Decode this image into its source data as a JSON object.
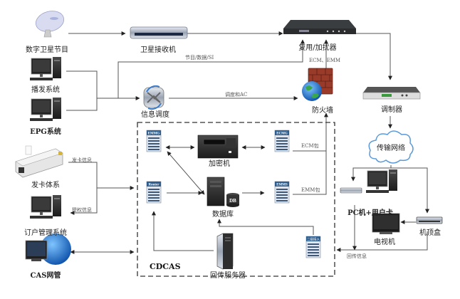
{
  "title": "CDCAS 条件接收系统架构图",
  "nodes": {
    "satellite_program": {
      "label": "数字卫星节目",
      "icon": "satellite-dish-icon"
    },
    "satellite_receiver": {
      "label": "卫星接收机",
      "icon": "receiver-icon"
    },
    "mux_scrambler": {
      "label": "复用/加扰器",
      "icon": "rack-device-icon"
    },
    "broadcast_system": {
      "label": "播发系统",
      "icon": "computer-icon"
    },
    "epg_system": {
      "label": "EPG系统",
      "icon": "computer-icon"
    },
    "info_dispatch": {
      "label": "信息调度",
      "icon": "dispatch-icon"
    },
    "firewall": {
      "label": "防火墙",
      "icon": "firewall-icon"
    },
    "modulator": {
      "label": "调制器",
      "icon": "rack-device-icon"
    },
    "transport_network": {
      "label": "传输网络",
      "icon": "cloud-icon"
    },
    "card_issuing": {
      "label": "发卡体系",
      "icon": "card-printer-icon"
    },
    "subscriber_mgmt": {
      "label": "订户管理系统",
      "icon": "computer-icon"
    },
    "cas_nms": {
      "label": "CAS网管",
      "icon": "globe-monitor-icon"
    },
    "emmg": {
      "label": "EMMG",
      "icon": "server-icon"
    },
    "encryptor": {
      "label": "加密机",
      "icon": "encryptor-icon"
    },
    "ecmg": {
      "label": "ECMG",
      "icon": "server-icon"
    },
    "router": {
      "label": "Router",
      "icon": "server-icon"
    },
    "database": {
      "label": "数据库",
      "icon": "database-server-icon",
      "badge": "DB"
    },
    "emms": {
      "label": "EMMS",
      "icon": "server-icon"
    },
    "return_server": {
      "label": "回传服务器",
      "icon": "tower-server-icon"
    },
    "secondary_access": {
      "label": "二级接入",
      "icon": "server-icon"
    },
    "pc_user_card": {
      "label": "PC机+用户卡",
      "icon": "computer-icon"
    },
    "tv": {
      "label": "电视机",
      "icon": "tv-icon"
    },
    "stb": {
      "label": "机顶盒",
      "icon": "set-top-box-icon"
    }
  },
  "cdcas_label": "CDCAS",
  "edge_labels": {
    "program_data_si": "节目/数据/SI",
    "dispatch_ac": "调度和AC",
    "ecm_emm": "ECM、EMM",
    "ecm_packet": "ECM包",
    "emm_packet": "EMM包",
    "card_info": "发卡信息",
    "auth_info": "授权信息",
    "return_info": "回传信息"
  },
  "colors": {
    "line": "#555555",
    "server_header": "#2f5f8f",
    "server_body": "#b8c8dc",
    "dashed_border": "#333333",
    "brick": "#8b3a2a",
    "globe": "#2a7bd0"
  }
}
